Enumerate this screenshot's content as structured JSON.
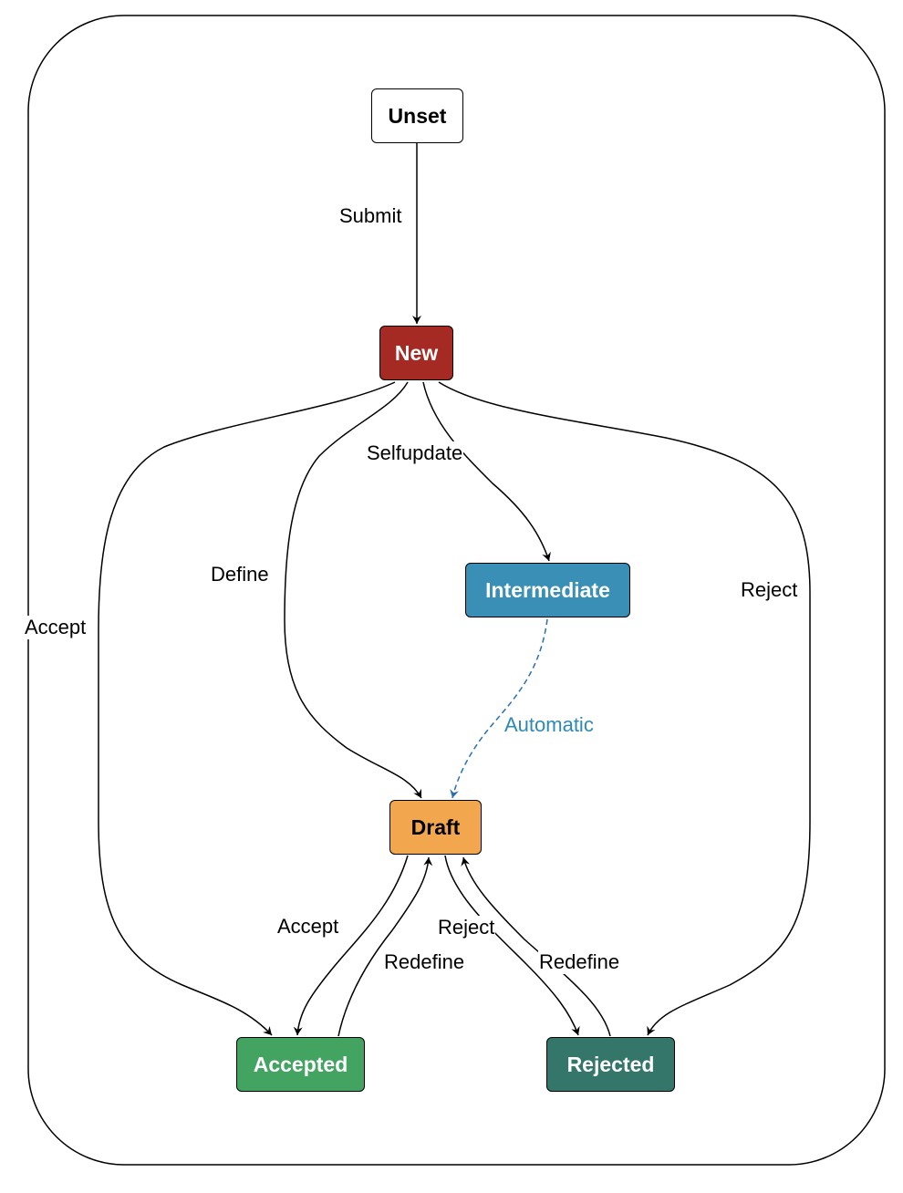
{
  "states": {
    "unset": {
      "label": "Unset",
      "fill": "#ffffff",
      "text_color": "#000000"
    },
    "new": {
      "label": "New",
      "fill": "#a52a23",
      "text_color": "#ffffff"
    },
    "intermediate": {
      "label": "Intermediate",
      "fill": "#3a8fb7",
      "text_color": "#ffffff"
    },
    "draft": {
      "label": "Draft",
      "fill": "#f2a64d",
      "text_color": "#000000"
    },
    "accepted": {
      "label": "Accepted",
      "fill": "#43a462",
      "text_color": "#ffffff"
    },
    "rejected": {
      "label": "Rejected",
      "fill": "#35766a",
      "text_color": "#ffffff"
    }
  },
  "transitions": {
    "unset_to_new": {
      "label": "Submit",
      "from": "Unset",
      "to": "New"
    },
    "new_to_intermediate": {
      "label": "Selfupdate",
      "from": "New",
      "to": "Intermediate"
    },
    "new_to_draft": {
      "label": "Define",
      "from": "New",
      "to": "Draft"
    },
    "new_to_accepted": {
      "label": "Accept",
      "from": "New",
      "to": "Accepted"
    },
    "new_to_rejected": {
      "label": "Reject",
      "from": "New",
      "to": "Rejected"
    },
    "intermediate_to_draft": {
      "label": "Automatic",
      "from": "Intermediate",
      "to": "Draft",
      "style": "dashed",
      "color": "#2e8ab5"
    },
    "draft_to_accepted": {
      "label": "Accept",
      "from": "Draft",
      "to": "Accepted"
    },
    "accepted_to_draft": {
      "label": "Redefine",
      "from": "Accepted",
      "to": "Draft"
    },
    "draft_to_rejected": {
      "label": "Reject",
      "from": "Draft",
      "to": "Rejected"
    },
    "rejected_to_draft": {
      "label": "Redefine",
      "from": "Rejected",
      "to": "Draft"
    }
  }
}
